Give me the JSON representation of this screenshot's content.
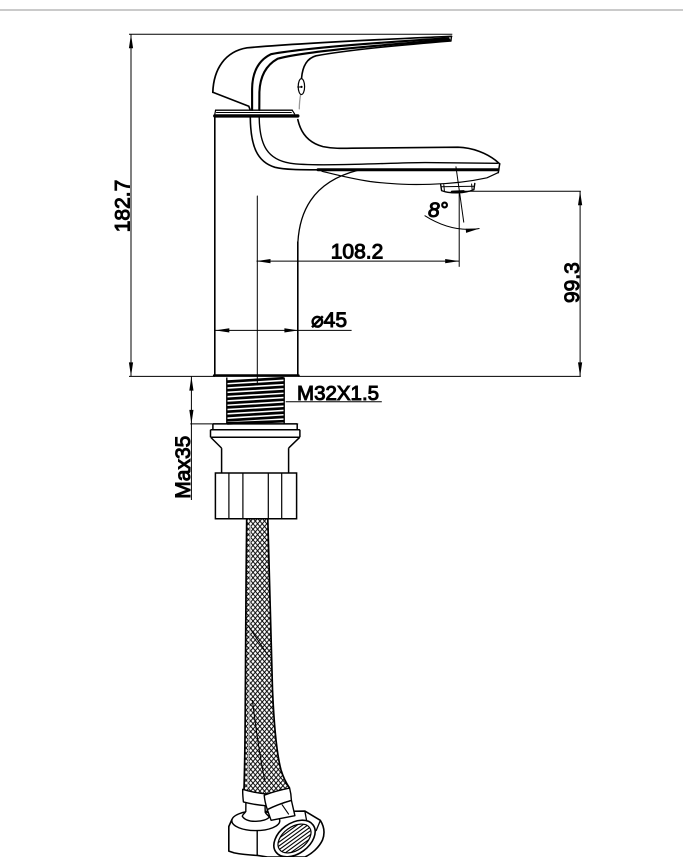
{
  "page": {
    "background_color": "#ffffff",
    "top_rule_color": "#b9b9b9"
  },
  "drawing": {
    "type": "technical-drawing",
    "subject": "single-lever basin mixer faucet with threaded shank and flexible braided supply hose",
    "line_color": "#000000",
    "dimensions": {
      "overall_height": {
        "label": "182.7"
      },
      "spout_reach": {
        "label": "108.2"
      },
      "outlet_height": {
        "label": "99.3"
      },
      "body_diameter": {
        "label": "⌀45"
      },
      "mounting_thread": {
        "label": "M32X1.5"
      },
      "max_deck_thickness": {
        "label": "Max35"
      },
      "outlet_angle": {
        "label": "8°"
      }
    }
  }
}
